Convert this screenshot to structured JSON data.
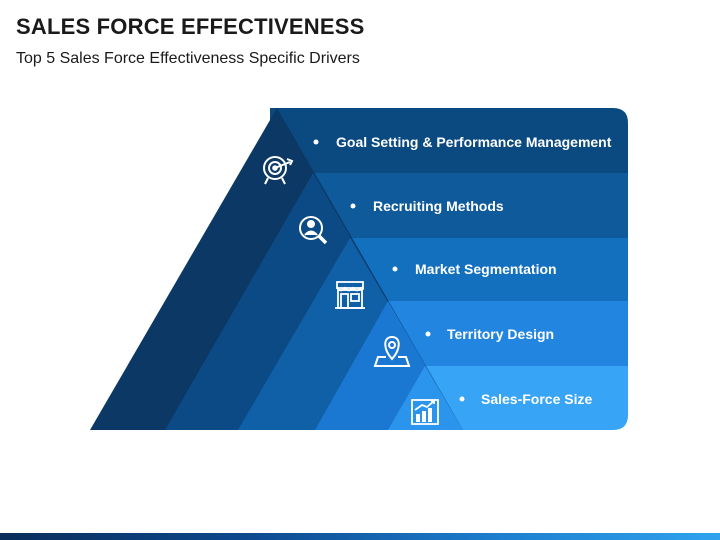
{
  "slide": {
    "title": "SALES FORCE EFFECTIVENESS",
    "subtitle": "Top 5 Sales Force Effectiveness Specific Drivers"
  },
  "levels": [
    {
      "label": "Goal Setting & Performance Management",
      "icon": "target-icon",
      "color": "#0b4a80",
      "tri_color": "#0b3864"
    },
    {
      "label": "Recruiting Methods",
      "icon": "magnifier-person-icon",
      "color": "#0e5a9a",
      "tri_color": "#0c4a86"
    },
    {
      "label": "Market Segmentation",
      "icon": "storefront-icon",
      "color": "#1370bf",
      "tri_color": "#1060a8"
    },
    {
      "label": "Territory Design",
      "icon": "map-pin-icon",
      "color": "#2286e0",
      "tri_color": "#1b78d2"
    },
    {
      "label": "Sales-Force Size",
      "icon": "growth-chart-icon",
      "color": "#37a4f5",
      "tri_color": "#2b94ec"
    }
  ]
}
